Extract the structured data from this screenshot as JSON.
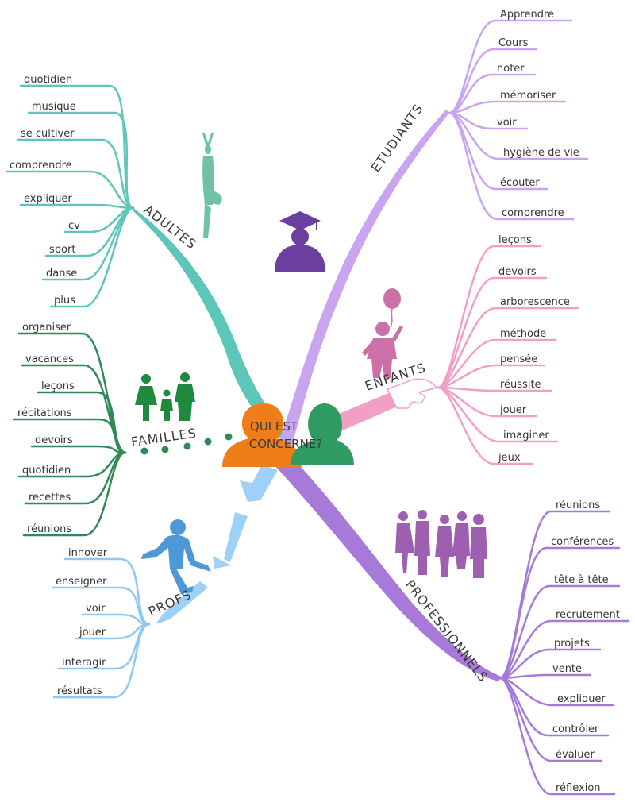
{
  "center": {
    "line1": "QUI EST",
    "line2": "CONCERNÉ?"
  },
  "colors": {
    "adultes": "#5ec6b8",
    "familles": "#2e8b57",
    "profs": "#8ec8f5",
    "etudiants": "#c9a4f0",
    "enfants": "#f29fc6",
    "professionnels": "#a779d9"
  },
  "branches": {
    "adultes": {
      "label": "ADULTES",
      "icon": "yoga-person-icon",
      "items": [
        "quotidien",
        "musique",
        "se cultiver",
        "comprendre",
        "expliquer",
        "cv",
        "sport",
        "danse",
        "plus"
      ]
    },
    "familles": {
      "label": "FAMILLES",
      "icon": "family-icon",
      "items": [
        "organiser",
        "vacances",
        "leçons",
        "récitations",
        "devoirs",
        "quotidien",
        "recettes",
        "réunions"
      ]
    },
    "profs": {
      "label": "PROFS",
      "icon": "teacher-figure-icon",
      "items": [
        "innover",
        "enseigner",
        "voir",
        "jouer",
        "interagir",
        "résultats"
      ]
    },
    "etudiants": {
      "label": "ÉTUDIANTS",
      "icon": "graduate-icon",
      "items": [
        "Apprendre",
        "Cours",
        "noter",
        "mémoriser",
        "voir",
        "hygiène de vie",
        "écouter",
        "comprendre"
      ]
    },
    "enfants": {
      "label": "ENFANTS",
      "icon": "child-balloon-icon",
      "items": [
        "leçons",
        "devoirs",
        "arborescence",
        "méthode",
        "pensée",
        "réussite",
        "jouer",
        "imaginer",
        "jeux"
      ]
    },
    "professionnels": {
      "label": "PROFESSIONNELS",
      "icon": "business-people-icon",
      "items": [
        "réunions",
        "conférences",
        "tête à tête",
        "recrutement",
        "projets",
        "vente",
        "expliquer",
        "contrôler",
        "évaluer",
        "réflexion"
      ]
    }
  }
}
